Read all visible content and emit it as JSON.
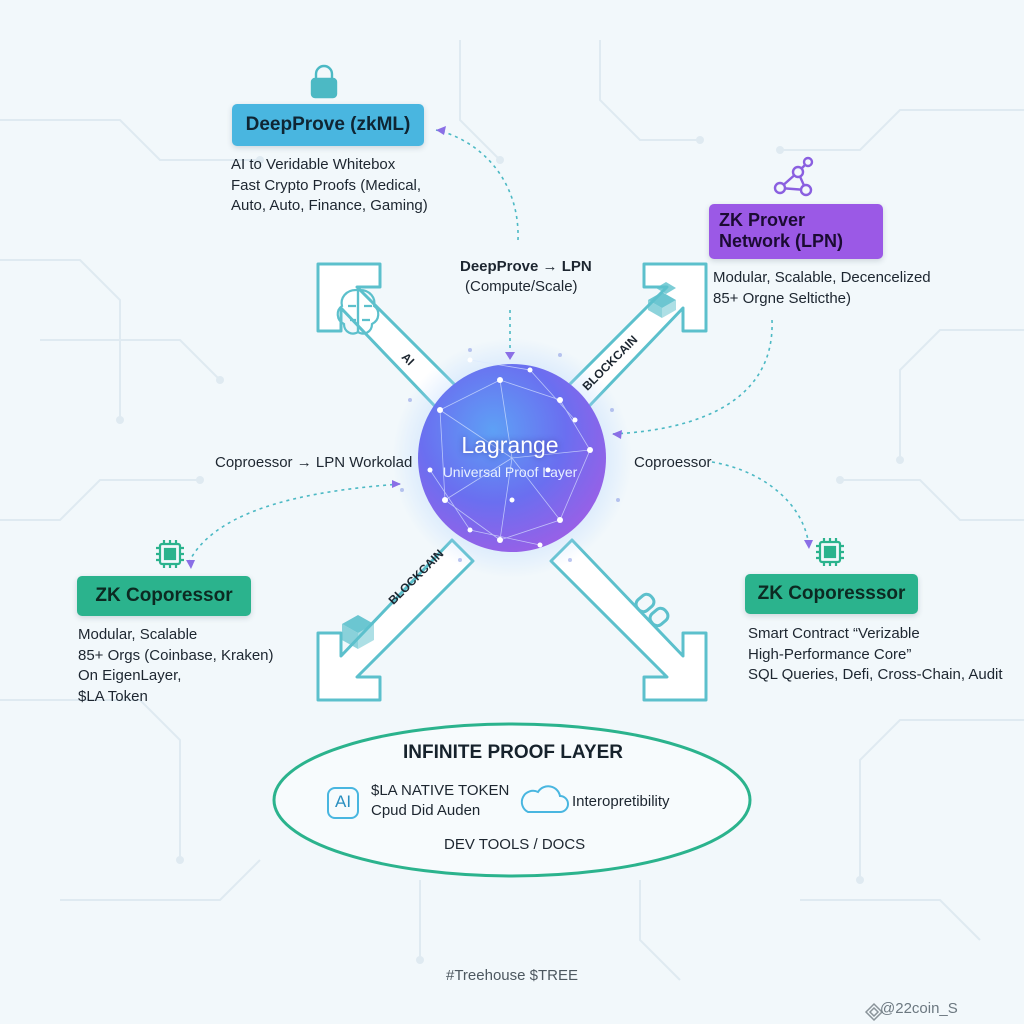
{
  "hub": {
    "title": "Lagrange",
    "subtitle": "Universal Proof Layer"
  },
  "deepprove": {
    "title": "DeepProve (zkML)",
    "lines": [
      "AI to Veridable Whitebox",
      "Fast Crypto Proofs (Medical,",
      "Auto, Auto, Finance, Gaming)"
    ]
  },
  "prover_network": {
    "title_line1": "ZK Prover",
    "title_line2": "Network (LPN)",
    "lines": [
      "Modular, Scalable, Decencelized",
      "85+ Orgne Selticthe)"
    ]
  },
  "coprocessor_left": {
    "title": "ZK Coporessor",
    "lines": [
      "Modular, Scalable",
      "85+ Orgs (Coinbase, Kraken)",
      "On EigenLayer,",
      "$LA Token"
    ]
  },
  "coprocessor_right": {
    "title": "ZK Coporesssor",
    "lines": [
      "Smart Contract “Verizable",
      "High-Performance Core”",
      "SQL Queries, Defi, Cross-Chain, Audit"
    ]
  },
  "flows": {
    "deepprove_lpn": "DeepProve → LPN",
    "deepprove_lpn_sub": "(Compute/Scale)",
    "coproc_lpn": "Coproessor → LPN Workolad",
    "coproc_right": "Coproessor"
  },
  "arrow_labels": {
    "ai": "AI",
    "blockchain_top": "BLOCKCAIN",
    "blockchain_bottom": "BLOCKCAIN"
  },
  "oval": {
    "title": "INFINITE PROOF LAYER",
    "ai_badge": "AI",
    "token_line1": "$LA NATIVE TOKEN",
    "token_line2": "Cpud Did Auden",
    "interop": "Interopretibility",
    "devtools": "DEV TOOLS / DOCS"
  },
  "footer": {
    "tag": "#Treehouse $TREE",
    "watermark": "@22coin_S"
  },
  "colors": {
    "teal": "#4cb9c4",
    "blue": "#49b6e0",
    "purple": "#9b59e6",
    "green": "#2bb38d"
  }
}
